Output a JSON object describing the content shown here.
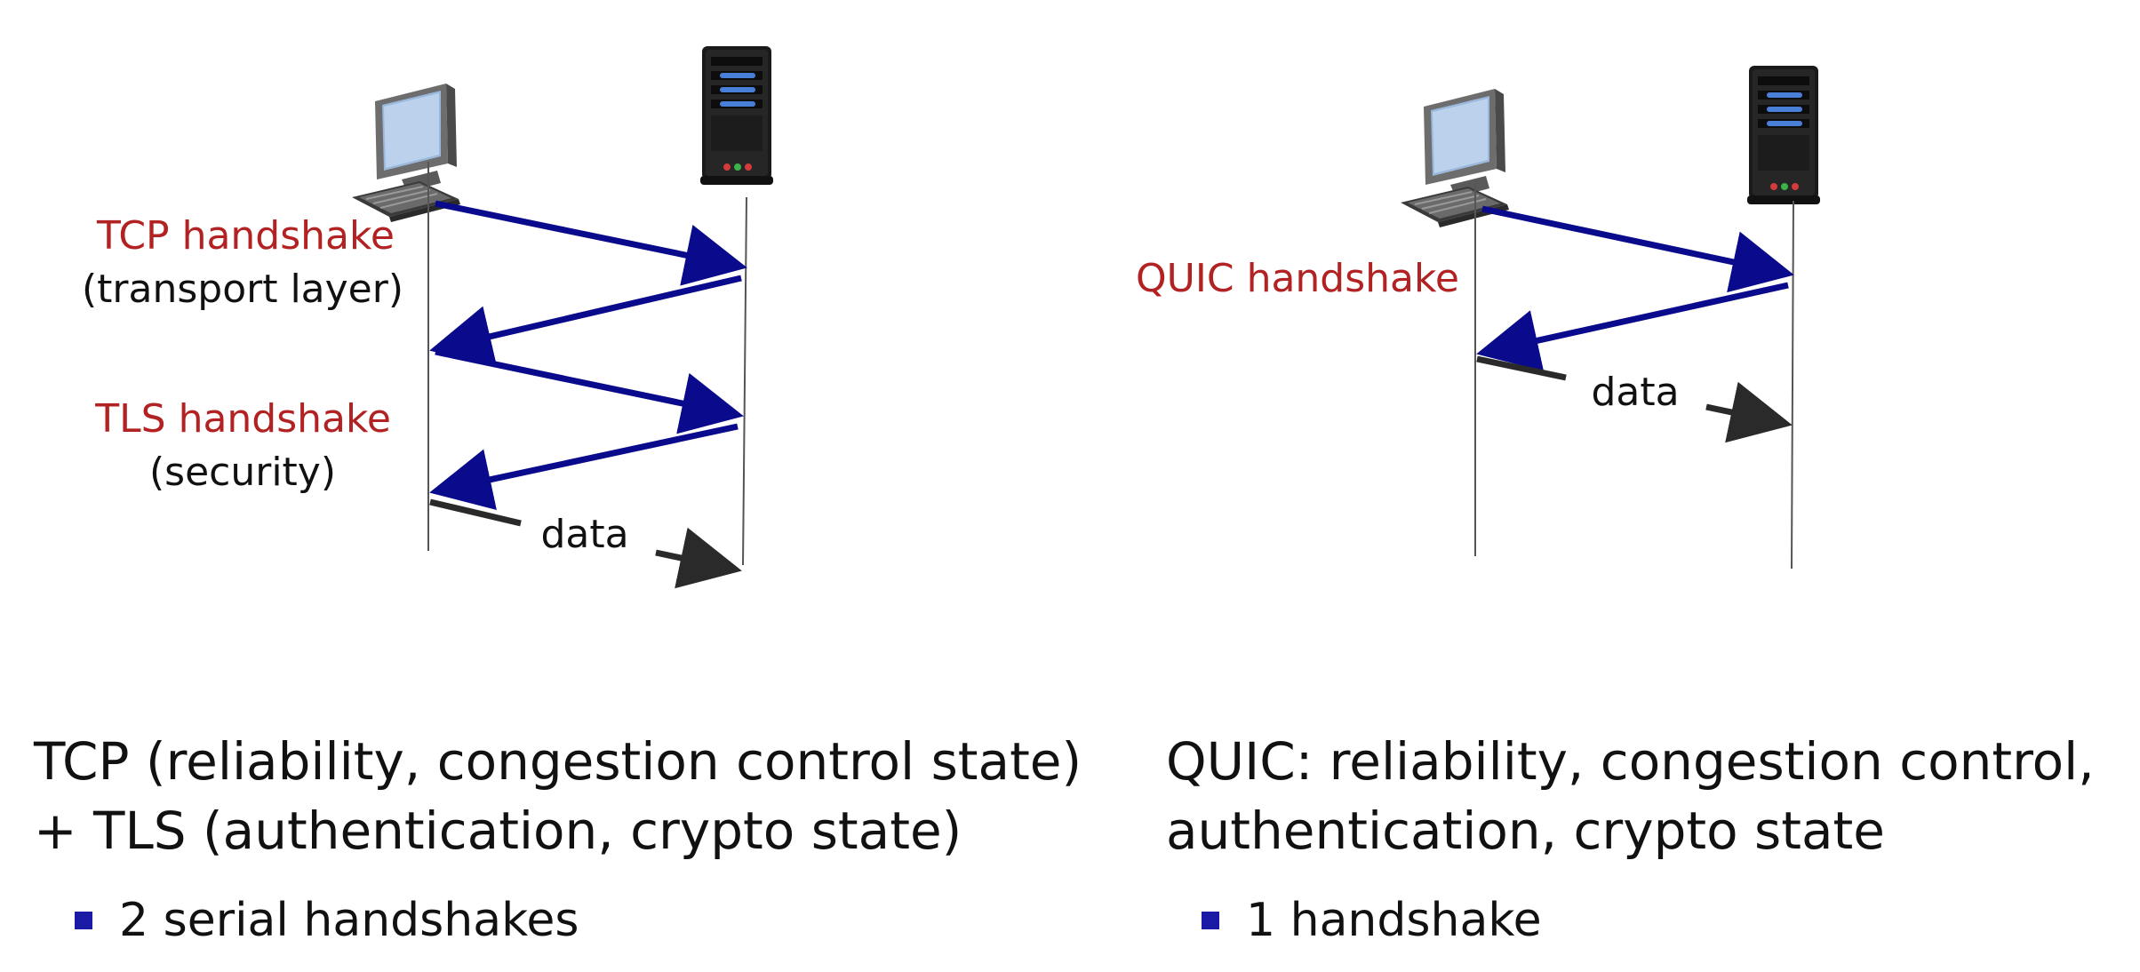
{
  "left_diagram": {
    "tcp_label": "TCP handshake",
    "tcp_sub": "(transport layer)",
    "tls_label": "TLS handshake",
    "tls_sub": "(security)",
    "data_label": "data"
  },
  "right_diagram": {
    "quic_label": "QUIC handshake",
    "data_label": "data"
  },
  "left_text": {
    "line1": "TCP (reliability, congestion control state)",
    "line2": "+ TLS (authentication, crypto state)",
    "bullet": "2 serial handshakes"
  },
  "right_text": {
    "line1": "QUIC: reliability, congestion control,",
    "line2": "authentication, crypto state",
    "bullet": "1 handshake"
  },
  "colors": {
    "handshake_arrow": "#0a0a8c",
    "data_arrow": "#2a2a2a",
    "handshake_text": "#b22222",
    "bullet": "#1a1aa6"
  },
  "icons": [
    "client-computer-icon",
    "server-tower-icon"
  ]
}
